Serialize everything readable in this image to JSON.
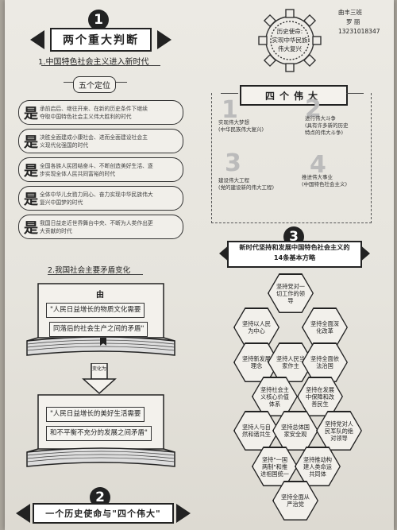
{
  "header": {
    "section1_number": "1",
    "section1_title": "两个重大判断",
    "section1_sub": "1.中国特色社会主义进入新时代",
    "gear_text": [
      "历史使命:",
      "实现中华民族",
      "伟大复兴"
    ],
    "student_info": [
      "曲丰三班",
      "罗 丽",
      "13231018347"
    ]
  },
  "five_positions": {
    "title": "五个定位",
    "marker": "是",
    "items": [
      [
        "承前启后、继往开来、在新的历史条件下继续",
        "夺取中国特色社会主义伟大胜利的时代"
      ],
      [
        "决胜全面建成小康社会、进而全面建设社会主",
        "义现代化强国的时代"
      ],
      [
        "全国各族人民团结奋斗、不断创造美好生活、逐",
        "步实现全体人民共同富裕的时代"
      ],
      [
        "全体中华儿女勠力同心、奋力实现中华民族伟大",
        "复兴中国梦的时代"
      ],
      [
        "我国日益走近世界舞台中央、不断为人类作出更",
        "大贡献的时代"
      ]
    ]
  },
  "four_greats": {
    "title": "四个伟大",
    "items": [
      {
        "num": "1",
        "lines": [
          "实现伟大梦想",
          "(中华民族伟大复兴)"
        ]
      },
      {
        "num": "2",
        "lines": [
          "进行伟大斗争",
          "(具有许多新的历史",
          "特点的伟大斗争)"
        ]
      },
      {
        "num": "3",
        "lines": [
          "建设伟大工程",
          "(党的建设新的伟大工程)"
        ]
      },
      {
        "num": "4",
        "lines": [
          "推进伟大事业",
          "(中国特色社会主义)"
        ]
      }
    ]
  },
  "section3": {
    "number": "3",
    "title_line1": "新时代坚持和发展中国特色社会主义的",
    "title_line2": "14条基本方略",
    "hexes": [
      "坚持党对一切工作的领导",
      "坚持以人民为中心",
      "坚持全面深化改革",
      "坚持新发展理念",
      "坚持人民当家作主",
      "坚持全面依法治国",
      "坚持社会主义核心价值体系",
      "坚持在发展中保障和改善民生",
      "坚持人与自然和谐共生",
      "坚持总体国家安全观",
      "坚持党对人民军队的绝对领导",
      "坚持\"一国两制\"和推进祖国统一",
      "坚持推动构建人类命运共同体",
      "坚持全面从严治党"
    ]
  },
  "section_contradiction": {
    "title": "2.我国社会主要矛盾变化",
    "from_label": "由",
    "old_line1": "\"人民日益增长的物质文化需要",
    "old_line2": "同落后的社会生产之间的矛盾\"",
    "arrow_label": "变化为",
    "new_line1": "\"人民日益增长的美好生活需要",
    "new_line2": "和不平衡不充分的发展之间矛盾\""
  },
  "footer": {
    "number": "2",
    "title": "一个历史使命与\"四个伟大\""
  }
}
